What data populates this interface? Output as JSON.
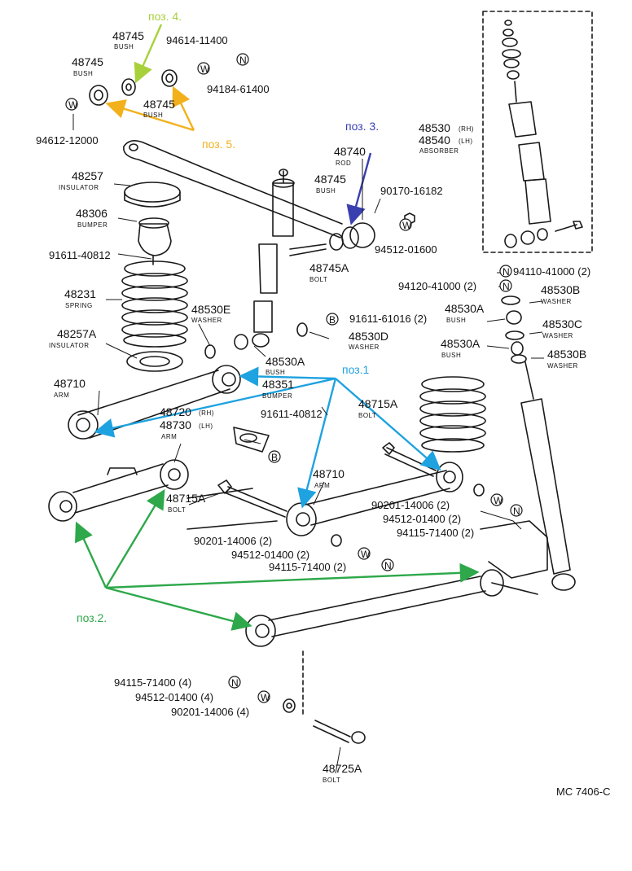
{
  "colors": {
    "line": "#1a1a1a",
    "poz1": "#1ea2e0",
    "poz2": "#2ea84a",
    "poz3": "#3a3fb0",
    "poz4": "#a7d13a",
    "poz5": "#f2b11c"
  },
  "callouts": {
    "poz1": "поз.1",
    "poz2": "поз.2.",
    "poz3": "поз. 3.",
    "poz4": "поз. 4.",
    "poz5": "поз. 5."
  },
  "parts": [
    {
      "id": "p1",
      "pn": "48745",
      "name": "BUSH"
    },
    {
      "id": "p2",
      "pn": "94614-11400",
      "name": ""
    },
    {
      "id": "p3",
      "pn": "48745",
      "name": "BUSH"
    },
    {
      "id": "p4",
      "pn": "48745",
      "name": "BUSH"
    },
    {
      "id": "p5",
      "pn": "94184-61400",
      "name": ""
    },
    {
      "id": "p6",
      "pn": "94612-12000",
      "name": ""
    },
    {
      "id": "p7",
      "pn": "48257",
      "name": "INSULATOR"
    },
    {
      "id": "p8",
      "pn": "48306",
      "name": "BUMPER"
    },
    {
      "id": "p9",
      "pn": "91611-40812",
      "name": ""
    },
    {
      "id": "p10",
      "pn": "48231",
      "name": "SPRING"
    },
    {
      "id": "p11",
      "pn": "48257A",
      "name": "INSULATOR"
    },
    {
      "id": "p12",
      "pn": "48710",
      "name": "ARM"
    },
    {
      "id": "p13",
      "pn": "48530E",
      "name": "WASHER"
    },
    {
      "id": "p14",
      "pn": "48740",
      "name": "ROD"
    },
    {
      "id": "p15",
      "pn": "48745",
      "name": "BUSH"
    },
    {
      "id": "p16",
      "pn": "90170-16182",
      "name": ""
    },
    {
      "id": "p17",
      "pn": "94512-01600",
      "name": ""
    },
    {
      "id": "p18",
      "pn": "48745A",
      "name": "BOLT"
    },
    {
      "id": "p19",
      "pn": "91611-61016 (2)",
      "name": ""
    },
    {
      "id": "p20",
      "pn": "48530D",
      "name": "WASHER"
    },
    {
      "id": "p21",
      "pn": "48530A",
      "name": "BUSH"
    },
    {
      "id": "p22",
      "pn": "48351",
      "name": "BUMPER"
    },
    {
      "id": "p23",
      "pn": "48715A",
      "name": "BOLT"
    },
    {
      "id": "p24",
      "pn": "91611-40812",
      "name": ""
    },
    {
      "id": "p25",
      "pn": "48720",
      "name": ""
    },
    {
      "id": "p26",
      "pn": "48730",
      "name": "ARM"
    },
    {
      "id": "p27",
      "pn": "48715A",
      "name": "BOLT"
    },
    {
      "id": "p28",
      "pn": "48710",
      "name": "ARM"
    },
    {
      "id": "p29",
      "pn": "90201-14006 (2)",
      "name": ""
    },
    {
      "id": "p30",
      "pn": "94512-01400 (2)",
      "name": ""
    },
    {
      "id": "p31",
      "pn": "94115-71400 (2)",
      "name": ""
    },
    {
      "id": "p32",
      "pn": "90201-14006 (2)",
      "name": ""
    },
    {
      "id": "p33",
      "pn": "94512-01400 (2)",
      "name": ""
    },
    {
      "id": "p34",
      "pn": "94115-71400 (2)",
      "name": ""
    },
    {
      "id": "p35",
      "pn": "48530",
      "name": "ABSORBER"
    },
    {
      "id": "p36",
      "pn": "48540",
      "name": ""
    },
    {
      "id": "p37",
      "pn": "94110-41000 (2)",
      "name": ""
    },
    {
      "id": "p38",
      "pn": "94120-41000 (2)",
      "name": ""
    },
    {
      "id": "p39",
      "pn": "48530B",
      "name": "WASHER"
    },
    {
      "id": "p40",
      "pn": "48530A",
      "name": "BUSH"
    },
    {
      "id": "p41",
      "pn": "48530C",
      "name": "WASHER"
    },
    {
      "id": "p42",
      "pn": "48530A",
      "name": "BUSH"
    },
    {
      "id": "p43",
      "pn": "48530B",
      "name": "WASHER"
    },
    {
      "id": "p44",
      "pn": "94115-71400 (4)",
      "name": ""
    },
    {
      "id": "p45",
      "pn": "94512-01400 (4)",
      "name": ""
    },
    {
      "id": "p46",
      "pn": "90201-14006 (4)",
      "name": ""
    },
    {
      "id": "p47",
      "pn": "48725A",
      "name": "BOLT"
    }
  ],
  "side_tags": {
    "rh": "(RH)",
    "lh": "(LH)"
  },
  "symbols": {
    "w": "W",
    "n": "N",
    "b": "B"
  },
  "drawing_code": "MC 7406-C"
}
